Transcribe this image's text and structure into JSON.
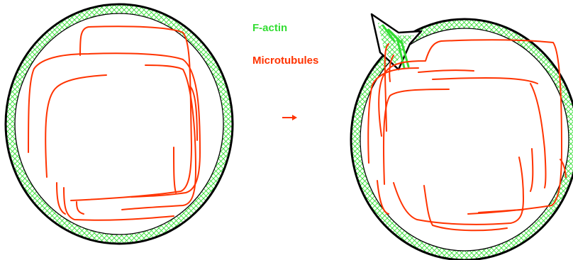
{
  "legend": {
    "factin_label": "F-actin",
    "microtubules_label": "Microtubules",
    "arrow": "→"
  },
  "colors": {
    "factin": "#33dd33",
    "microtubules": "#ff3300",
    "outline": "#000000",
    "background": "#ffffff"
  },
  "panels": [
    {
      "name": "cell-before"
    },
    {
      "name": "cell-after-protrusion"
    }
  ]
}
